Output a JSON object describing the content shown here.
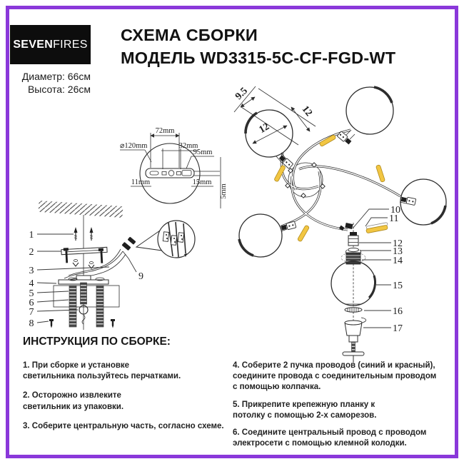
{
  "colors": {
    "border_purple": "#8a38da",
    "stick_yellow": "#f2c642",
    "line_art": "#2d2d2d",
    "logo_bg": "#0d0d0d"
  },
  "header": {
    "logo_bold": "SEVEN",
    "logo_light": "FIRES",
    "spec_diameter": "Диаметр: 66см",
    "spec_height": "Высота: 26см",
    "title_line1": "СХЕМА СБОРКИ",
    "title_line2": "МОДЕЛЬ WD3315-5C-CF-FGD-WT"
  },
  "drawing": {
    "plate_dims": {
      "w72": "72mm",
      "w32": "32mm",
      "w95": "95mm",
      "dia": "⌀120mm",
      "w11": "11mm",
      "w15": "15mm",
      "h5": "5mm"
    },
    "top_dims": {
      "a": "9.5",
      "b": "12",
      "c": "12"
    },
    "parts": {
      "p1": "1",
      "p2": "2",
      "p3": "3",
      "p4": "4",
      "p5": "5",
      "p6": "6",
      "p7": "7",
      "p8": "8",
      "p9": "9",
      "p10": "10",
      "p11": "11",
      "p12": "12",
      "p13": "13",
      "p14": "14",
      "p15": "15",
      "p16": "16",
      "p17": "17"
    }
  },
  "instructions": {
    "heading": "ИНСТРУКЦИЯ ПО СБОРКЕ:",
    "left": [
      "1. При сборке и установке\nсветильника пользуйтесь перчатками.",
      "2. Осторожно извлеките\nсветильник из упаковки.",
      "3. Соберите центральную часть, согласно схеме."
    ],
    "right": [
      "4. Соберите 2 пучка проводов (синий и красный),\nсоедините провода с соединительным проводом\nс помощью колпачка.",
      "5. Прикрепите крепежную планку к\nпотолку с помощью 2-х саморезов.",
      "6. Соедините центральный провод с проводом\nэлектросети с помощью клемной колодки."
    ]
  }
}
